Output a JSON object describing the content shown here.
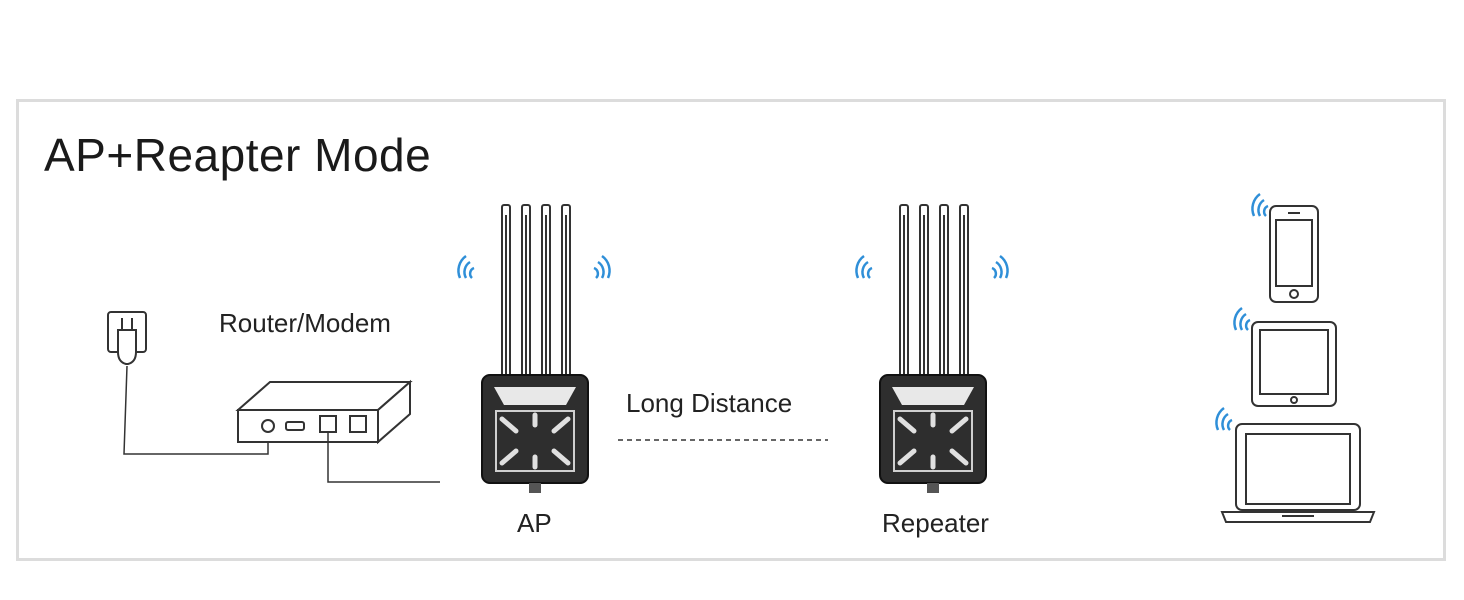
{
  "title": "AP+Reapter Mode",
  "labels": {
    "router": "Router/Modem",
    "distance": "Long Distance",
    "ap": "AP",
    "repeater": "Repeater"
  },
  "colors": {
    "frame": "#dcdcdc",
    "line": "#3a3a3a",
    "wifi": "#2f8fd8",
    "device_body": "#2e2e2e"
  },
  "icons": [
    "power-outlet-icon",
    "router-icon",
    "ap-device-icon",
    "repeater-device-icon",
    "wifi-icon",
    "phone-icon",
    "tablet-icon",
    "laptop-icon"
  ]
}
